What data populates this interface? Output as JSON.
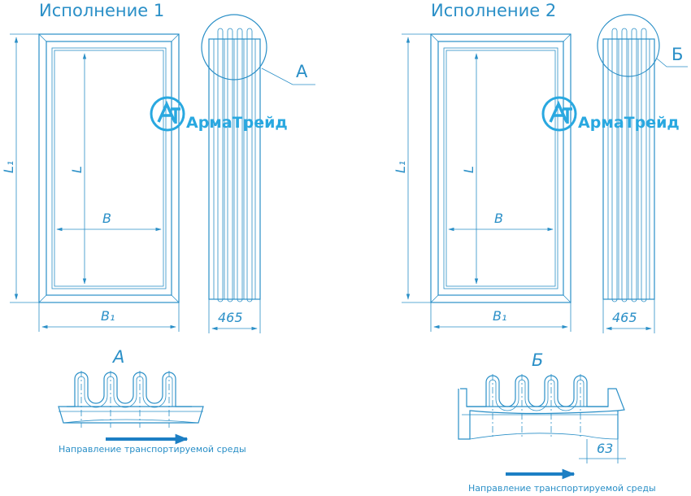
{
  "variants": [
    {
      "title": "Исполнение 1",
      "dims": {
        "L1": "L₁",
        "L": "L",
        "B": "B",
        "B1": "B₁",
        "depth": "465"
      },
      "callout": "А",
      "detail_title": "А",
      "flow_note": "Направление транспортируемой среды"
    },
    {
      "title": "Исполнение 2",
      "dims": {
        "L1": "L₁",
        "L": "L",
        "B": "B",
        "B1": "B₁",
        "depth": "465"
      },
      "callout": "Б",
      "detail_title": "Б",
      "detail_dim": "63",
      "flow_note": "Направление транспортируемой среды"
    }
  ],
  "logo": {
    "text": "АрмаТрейд",
    "icon": "armatreid-logo-icon"
  },
  "colors": {
    "line": "#2a8fc7",
    "logo": "#29a8e0",
    "arrow": "#1d7fc4"
  }
}
